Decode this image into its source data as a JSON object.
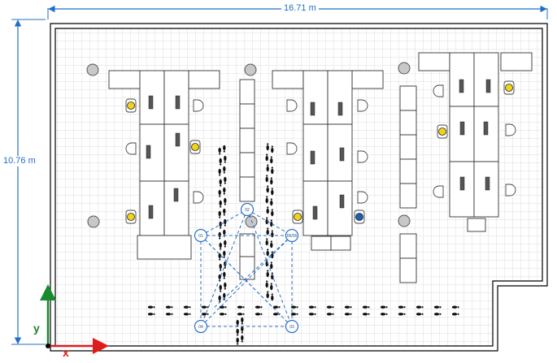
{
  "dimensions": {
    "width_label": "16.71 m",
    "height_label": "10.76 m"
  },
  "axes": {
    "x_label": "x",
    "y_label": "y",
    "x_color": "#e01b1b",
    "y_color": "#1a8a2e"
  },
  "anchors": [
    {
      "id": "01",
      "label": "01"
    },
    {
      "id": "02",
      "label": "02"
    },
    {
      "id": "03",
      "label": "03"
    },
    {
      "id": "04",
      "label": "04"
    },
    {
      "id": "0506",
      "label": "05/06"
    }
  ],
  "colors": {
    "dimension": "#1f6fc4",
    "anchor": "#2a6fc9",
    "grid": "#d4d4d4",
    "wall": "#000000",
    "person_yellow": "#f2d21b",
    "person_blue": "#1a5fb4",
    "pillar": "#c8c8c8"
  },
  "icons": {
    "chair": "chair-icon",
    "person": "person-icon",
    "footstep": "footprint-icon",
    "pillar": "pillar-icon"
  }
}
